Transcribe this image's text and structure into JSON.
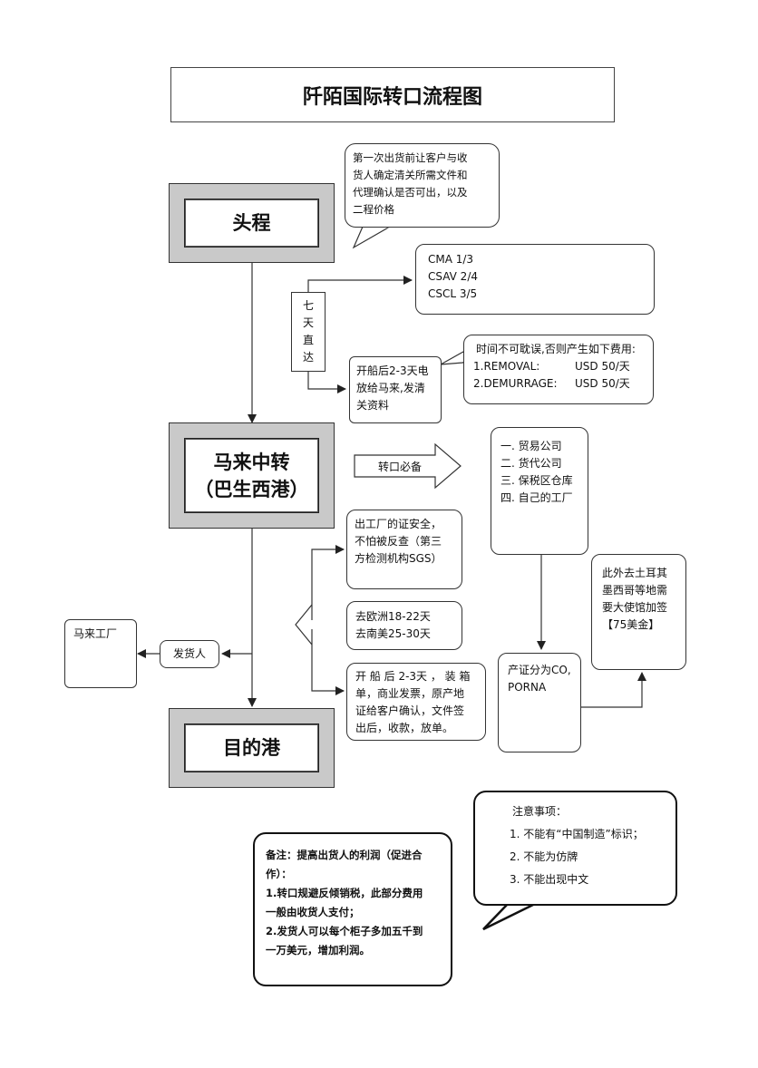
{
  "title": "阡陌国际转口流程图",
  "nodes": {
    "toucheng": "头程",
    "transfer_line1": "马来中转",
    "transfer_line2": "（巴生西港）",
    "destination": "目的港",
    "shipper": "发货人",
    "factory": "马来工厂"
  },
  "callout_first": [
    "第一次出货前让客户与收",
    "货人确定清关所需文件和",
    "代理确认是否可出，以及",
    "二程价格"
  ],
  "carriers": [
    "CMA  1/3",
    "CSAV  2/4",
    "CSCL  3/5"
  ],
  "seven_days": [
    "七",
    "天",
    "直",
    "达"
  ],
  "release_docs": [
    "开船后2-3天电",
    "放给马来,发清",
    "关资料"
  ],
  "fees": {
    "header": "时间不可耽误,否则产生如下费用:",
    "items": [
      {
        "name": "1.REMOVAL:",
        "amount": "USD 50/天"
      },
      {
        "name": "2.DEMURRAGE:",
        "amount": "USD 50/天"
      }
    ]
  },
  "transfer_required": "转口必备",
  "company_types": [
    "一. 贸易公司",
    "二. 货代公司",
    "三. 保税区仓库",
    "四. 自己的工厂"
  ],
  "factory_cert": [
    "出工厂的证安全，",
    "不怕被反查（第三",
    "方检测机构SGS）"
  ],
  "transit_times": [
    "去欧洲18-22天",
    "去南美25-30天"
  ],
  "after_sailing": [
    "开 船 后 2-3天 ， 装 箱",
    "单，商业发票，原产地",
    "证给客户确认，文件签",
    "出后，收款，放单。"
  ],
  "co_forms": [
    "产证分为CO,",
    "PORNA"
  ],
  "embassy_note": [
    "此外去土耳其",
    "墨西哥等地需",
    "要大使馆加签",
    "【75美金】"
  ],
  "remarks": [
    "备注：提高出货人的利润（促进合",
    "作）：",
    "1.转口规避反倾销税，此部分费用",
    "一般由收货人支付；",
    "2.发货人可以每个柜子多加五千到",
    "一万美元，增加利润。"
  ],
  "notice": {
    "header": "注意事项：",
    "items": [
      "1. 不能有“中国制造”标识；",
      "2. 不能为仿牌",
      "3. 不能出现中文"
    ]
  }
}
